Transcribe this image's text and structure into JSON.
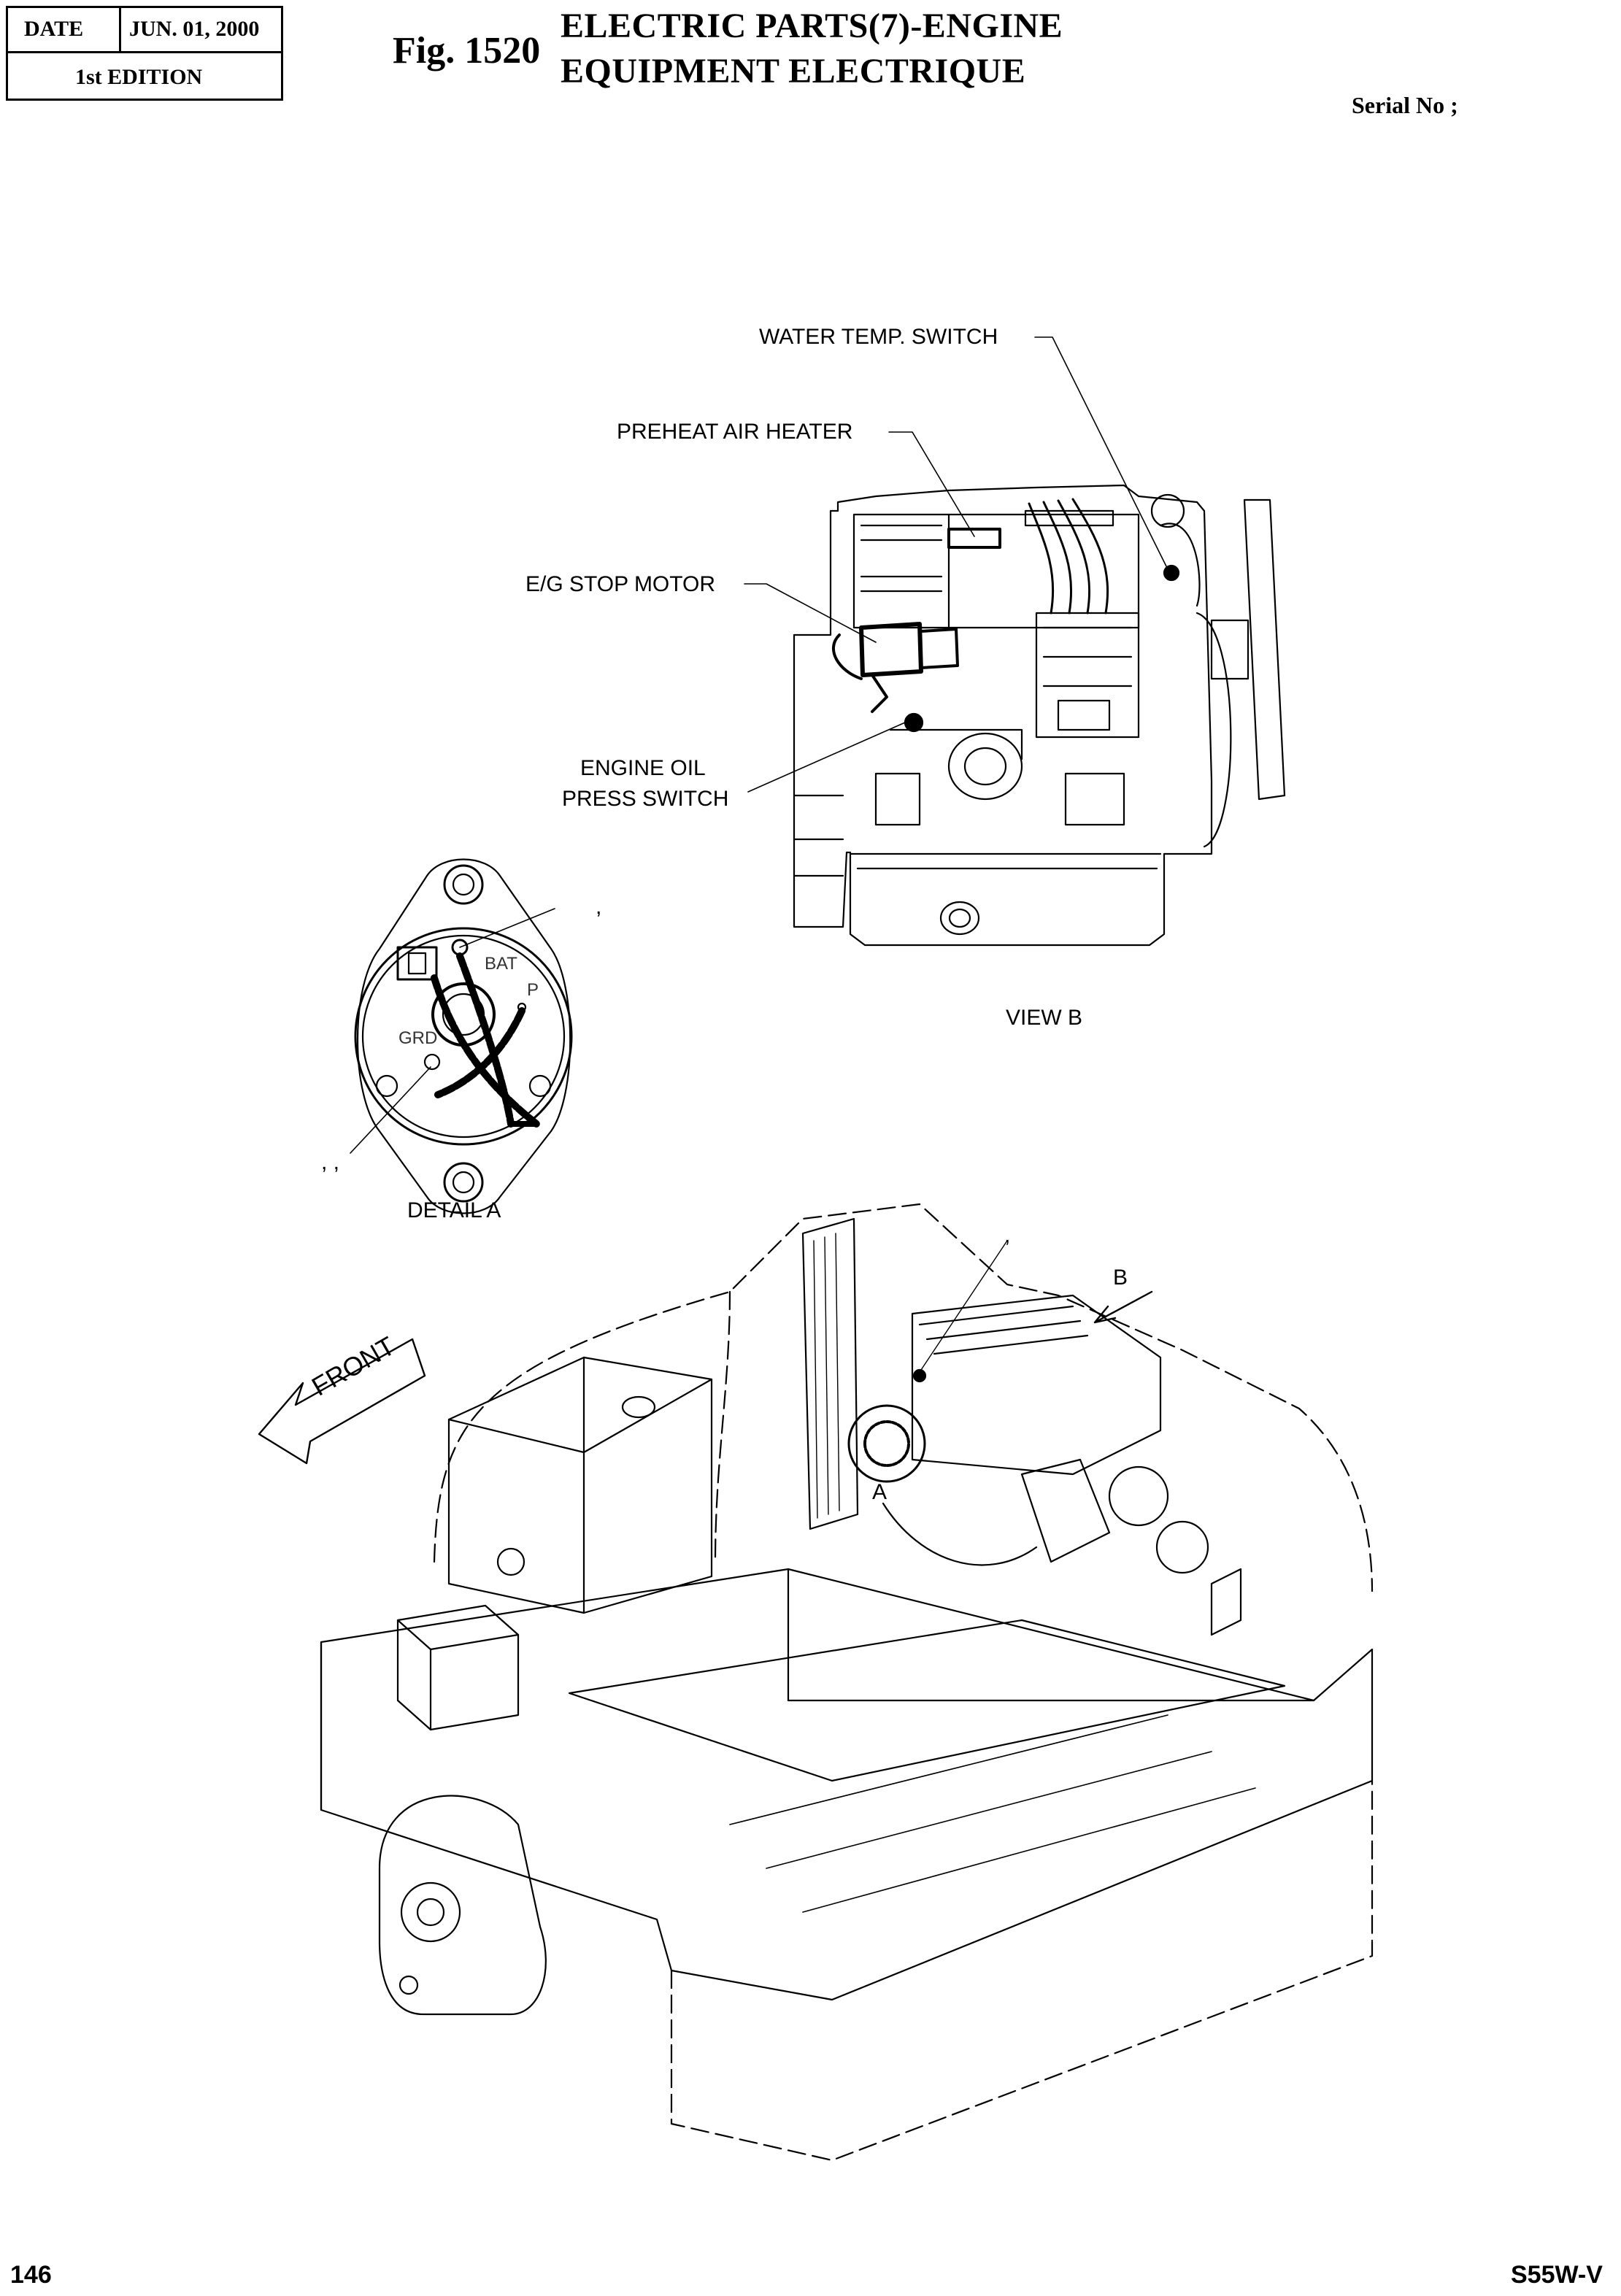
{
  "header": {
    "date_label": "DATE",
    "date_value": "JUN. 01, 2000",
    "edition": "1st EDITION"
  },
  "figure": {
    "number": "Fig. 1520",
    "title_line1": "ELECTRIC PARTS(7)-ENGINE",
    "title_line2": "EQUIPMENT ELECTRIQUE",
    "serial": "Serial No ;"
  },
  "callouts": {
    "water_temp_switch": "WATER TEMP. SWITCH",
    "preheat_air_heater": "PREHEAT AIR HEATER",
    "eg_stop_motor": "E/G STOP MOTOR",
    "engine_oil_line1": "ENGINE OIL",
    "engine_oil_line2": "PRESS SWITCH",
    "view_b": "VIEW  B",
    "detail_a": "DETAIL  A",
    "bat": "BAT",
    "p": "P",
    "grd": "GRD",
    "marker_a": "A",
    "marker_b": "B",
    "front": "FRONT",
    "tick1": ",",
    "tick2": ",    ,",
    "tick3": ","
  },
  "footer": {
    "page": "146",
    "model": "S55W-V"
  }
}
